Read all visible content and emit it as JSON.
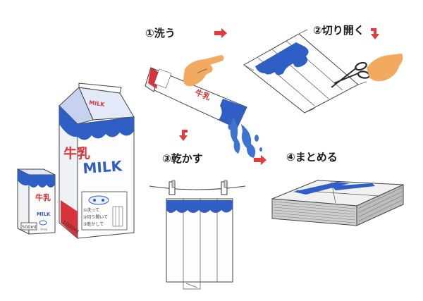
{
  "steps": [
    {
      "number": "①",
      "label": "洗う"
    },
    {
      "number": "②",
      "label": "切り開く"
    },
    {
      "number": "③",
      "label": "乾かす"
    },
    {
      "number": "④",
      "label": "まとめる"
    }
  ],
  "large_carton": {
    "brand_top": "MILK",
    "kanji": "牛乳",
    "word": "MILK",
    "volume": "1000ml",
    "recycle_steps": [
      "①洗って",
      "②切り開いて",
      "③乾かして"
    ]
  },
  "small_carton": {
    "kanji": "牛乳",
    "word": "MILK",
    "volume": "500ml",
    "small_text": "ﾘｻｲｸﾙ"
  },
  "colors": {
    "blue": "#2f5fc4",
    "red": "#d8343b",
    "skin": "#f2a960",
    "water": "#3f73d2",
    "arrow": "#e23b3b"
  }
}
